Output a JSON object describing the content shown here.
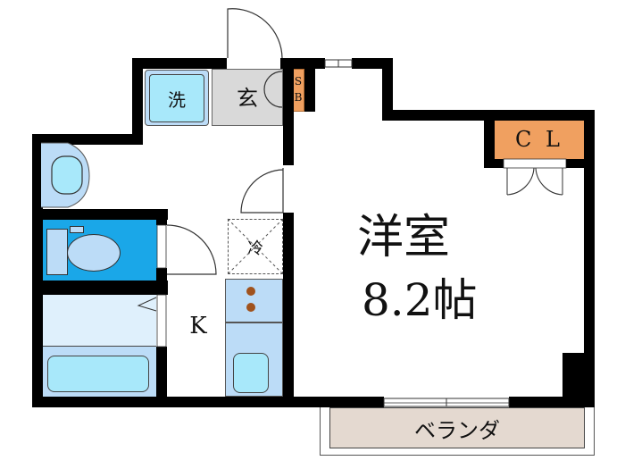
{
  "plan": {
    "rooms": {
      "western_room": {
        "label": "洋室",
        "size": "8.2帖"
      },
      "kitchen": {
        "label": "K"
      },
      "entrance": {
        "label": "玄"
      },
      "washer": {
        "label": "洗"
      },
      "shoe_box": {
        "label": "SB",
        "label_line1": "S",
        "label_line2": "B"
      },
      "closet": {
        "label": "C L"
      },
      "fridge": {
        "label": "冷"
      },
      "veranda": {
        "label": "ベランダ"
      }
    },
    "colors": {
      "wall": "#000000",
      "storage_orange": "#f0a060",
      "entrance_gray": "#d9d9d9",
      "toilet_blue": "#1aa7e8",
      "fixture_light_blue": "#bcdcf7",
      "fixture_cyan": "#a8e8fa",
      "bath_light": "#dff0fc",
      "veranda_beige": "#e4d9d0",
      "burner_brown": "#a0521d"
    }
  }
}
